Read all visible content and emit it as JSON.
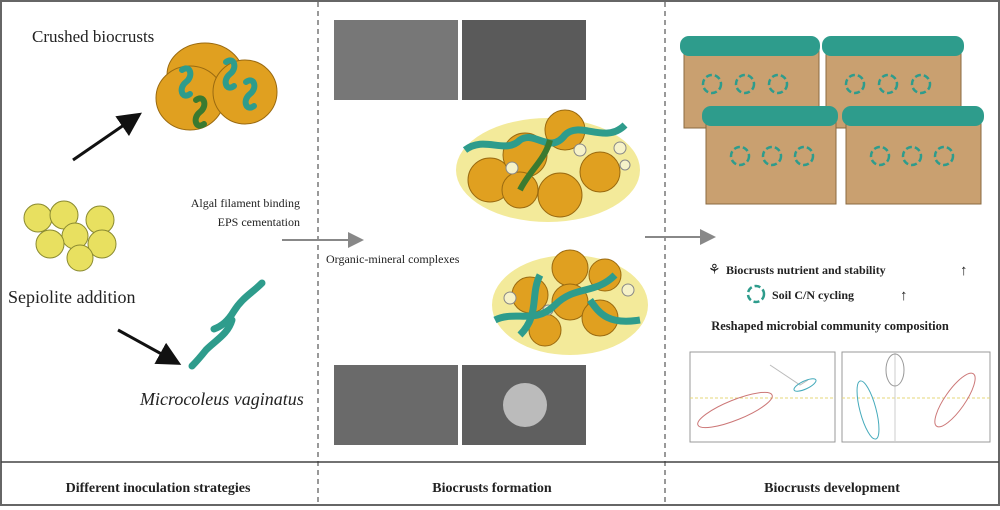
{
  "panels": {
    "inoculation": {
      "crushed_label": "Crushed biocrusts",
      "sepiolite_label": "Sepiolite addition",
      "microcoleus_label": "Microcoleus vaginatus",
      "footer": "Different inoculation strategies"
    },
    "formation": {
      "mechanism_line1": "Algal filament binding",
      "mechanism_line2": "EPS cementation",
      "complex_label": "Organic-mineral complexes",
      "footer": "Biocrusts formation"
    },
    "development": {
      "nutrient_label": "Biocrusts nutrient and stability",
      "cycling_label": "Soil C/N cycling",
      "community_label": "Reshaped microbial community composition",
      "increase_symbol": "↑",
      "footer": "Biocrusts development"
    }
  },
  "colors": {
    "soil": "#c9a070",
    "crust": "#2e9c8c",
    "particle": "#e0a020",
    "sepiolite": "#e8e060",
    "halo": "#f3ea9a"
  }
}
